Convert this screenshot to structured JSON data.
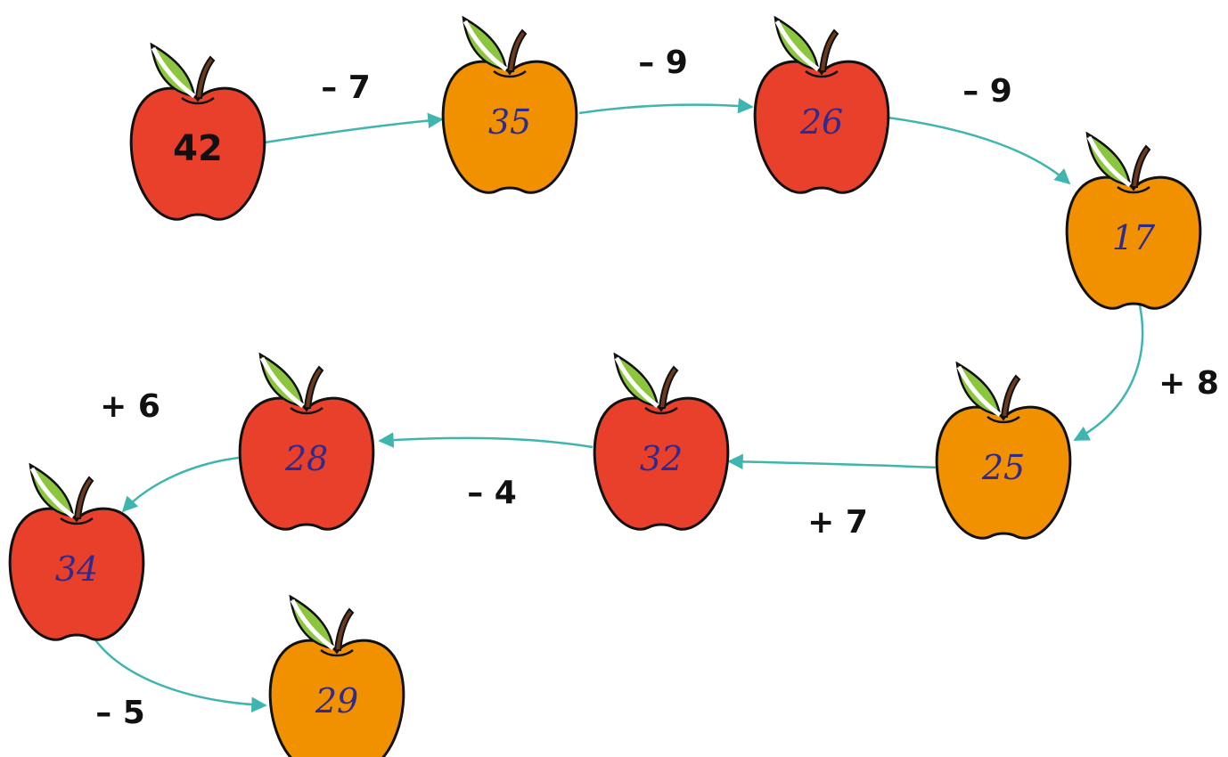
{
  "diagram": {
    "apples": [
      {
        "id": "a1",
        "value": "42",
        "color": "#e8402a",
        "style": "start"
      },
      {
        "id": "a2",
        "value": "35",
        "color": "#f29100",
        "style": "filled"
      },
      {
        "id": "a3",
        "value": "26",
        "color": "#e8402a",
        "style": "filled"
      },
      {
        "id": "a4",
        "value": "17",
        "color": "#f29100",
        "style": "filled"
      },
      {
        "id": "a5",
        "value": "25",
        "color": "#f29100",
        "style": "filled"
      },
      {
        "id": "a6",
        "value": "32",
        "color": "#e8402a",
        "style": "filled"
      },
      {
        "id": "a7",
        "value": "28",
        "color": "#e8402a",
        "style": "filled"
      },
      {
        "id": "a8",
        "value": "34",
        "color": "#e8402a",
        "style": "filled"
      },
      {
        "id": "a9",
        "value": "29",
        "color": "#f29100",
        "style": "filled"
      }
    ],
    "operations": [
      {
        "from": "a1",
        "to": "a2",
        "label": "– 7"
      },
      {
        "from": "a2",
        "to": "a3",
        "label": "– 9"
      },
      {
        "from": "a3",
        "to": "a4",
        "label": "– 9"
      },
      {
        "from": "a4",
        "to": "a5",
        "label": "+ 8"
      },
      {
        "from": "a5",
        "to": "a6",
        "label": "+ 7"
      },
      {
        "from": "a6",
        "to": "a7",
        "label": "– 4"
      },
      {
        "from": "a7",
        "to": "a8",
        "label": "+ 6"
      },
      {
        "from": "a8",
        "to": "a9",
        "label": "– 5"
      }
    ],
    "colors": {
      "red_apple": "#e8402a",
      "orange_apple": "#f29100",
      "arrow": "#3fb5b0",
      "leaf_green": "#8cc63f",
      "stem": "#6b3a1f",
      "handwritten_number": "#2f2a8c"
    }
  }
}
